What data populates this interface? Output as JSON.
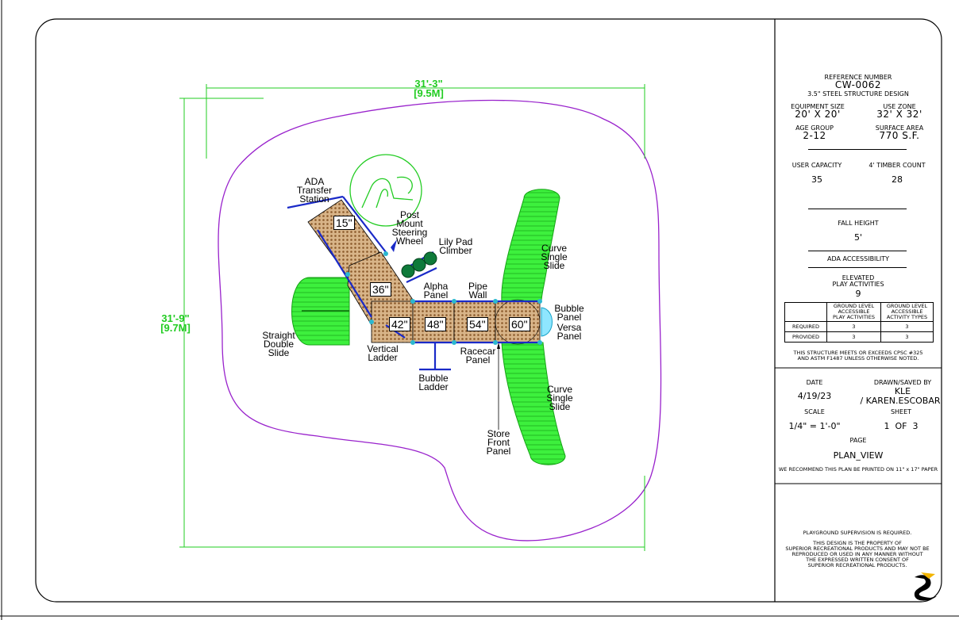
{
  "title_block": {
    "reference_label": "REFERENCE NUMBER",
    "reference_number": "CW-0062",
    "design": "3.5\" STEEL STRUCTURE DESIGN",
    "equipment_size_label": "EQUIPMENT SIZE",
    "equipment_size": "20' X 20'",
    "use_zone_label": "USE ZONE",
    "use_zone": "32' X 32'",
    "age_group_label": "AGE GROUP",
    "age_group": "2-12",
    "surface_area_label": "SURFACE AREA",
    "surface_area": "770 S.F.",
    "user_capacity_label": "USER CAPACITY",
    "user_capacity": "35",
    "timber_count_label": "4' TIMBER COUNT",
    "timber_count": "28",
    "fall_height_label": "FALL HEIGHT",
    "fall_height": "5'",
    "ada_label": "ADA ACCESSIBILITY",
    "elevated_label_1": "ELEVATED",
    "elevated_label_2": "PLAY ACTIVITIES",
    "elevated_value": "9",
    "table": {
      "col1_l1": "GROUND LEVEL",
      "col1_l2": "ACCESSIBLE",
      "col1_l3": "PLAY ACTIVITIES",
      "col2_l1": "GROUND LEVEL",
      "col2_l2": "ACCESSIBLE",
      "col2_l3": "ACTIVITY TYPES",
      "rows": [
        {
          "label": "REQUIRED",
          "v1": "3",
          "v2": "3"
        },
        {
          "label": "PROVIDED",
          "v1": "3",
          "v2": "3"
        }
      ]
    },
    "cpsc_1": "THIS STRUCTURE MEETS OR EXCEEDS CPSC #325",
    "cpsc_2": "AND ASTM F1487 UNLESS OTHERWISE NOTED.",
    "date_label": "DATE",
    "date": "4/19/23",
    "drawn_label": "DRAWN/SAVED BY",
    "drawn_1": "KLE",
    "drawn_2": "/ KAREN.ESCOBAR",
    "scale_label": "SCALE",
    "scale": "1/4\" = 1'-0\"",
    "sheet_label": "SHEET",
    "sheet": "1  OF  3",
    "page_label": "PAGE",
    "page": "PLAN_VIEW",
    "print_note": "WE RECOMMEND THIS PLAN BE PRINTED ON 11\" x 17\" PAPER",
    "supervision": "PLAYGROUND SUPERVISION IS REQUIRED.",
    "property_1": "THIS DESIGN IS THE PROPERTY OF",
    "property_2": "SUPERIOR RECREATIONAL PRODUCTS AND MAY NOT BE",
    "property_3": "REPRODUCED OR USED IN ANY MANNER WITHOUT",
    "property_4": "THE EXPRESSED WRITTEN CONSENT OF",
    "property_5": "SUPERIOR RECREATIONAL PRODUCTS."
  },
  "dimensions": {
    "width_ft": "31'-3\"",
    "width_m": "[9.5M]",
    "height_ft": "31'-9\"",
    "height_m": "[9.7M]"
  },
  "labels": {
    "ada_1": "ADA",
    "ada_2": "Transfer",
    "ada_3": "Station",
    "post_1": "Post",
    "post_2": "Mount",
    "post_3": "Steering",
    "post_4": "Wheel",
    "lily_1": "Lily Pad",
    "lily_2": "Climber",
    "alpha_1": "Alpha",
    "alpha_2": "Panel",
    "pipe_1": "Pipe",
    "pipe_2": "Wall",
    "curve_top_1": "Curve",
    "curve_top_2": "Single",
    "curve_top_3": "Slide",
    "bubble_panel_1": "Bubble",
    "bubble_panel_2": "Panel",
    "versa_1": "Versa",
    "versa_2": "Panel",
    "straight_1": "Straight",
    "straight_2": "Double",
    "straight_3": "Slide",
    "vertical_1": "Vertical",
    "vertical_2": "Ladder",
    "bubble_ladder_1": "Bubble",
    "bubble_ladder_2": "Ladder",
    "racecar_1": "Racecar",
    "racecar_2": "Panel",
    "store_1": "Store",
    "store_2": "Front",
    "store_3": "Panel",
    "curve_bot_1": "Curve",
    "curve_bot_2": "Single",
    "curve_bot_3": "Slide"
  },
  "deck_heights": [
    "15\"",
    "36\"",
    "42\"",
    "48\"",
    "54\"",
    "60\""
  ],
  "colors": {
    "slide_green": "#33ee33",
    "border_purple": "#9922cc",
    "post_blue": "#1a2ac8",
    "deck_brown": "#c8a070",
    "dimension_green": "#22cc22"
  },
  "logo_letter": "S"
}
